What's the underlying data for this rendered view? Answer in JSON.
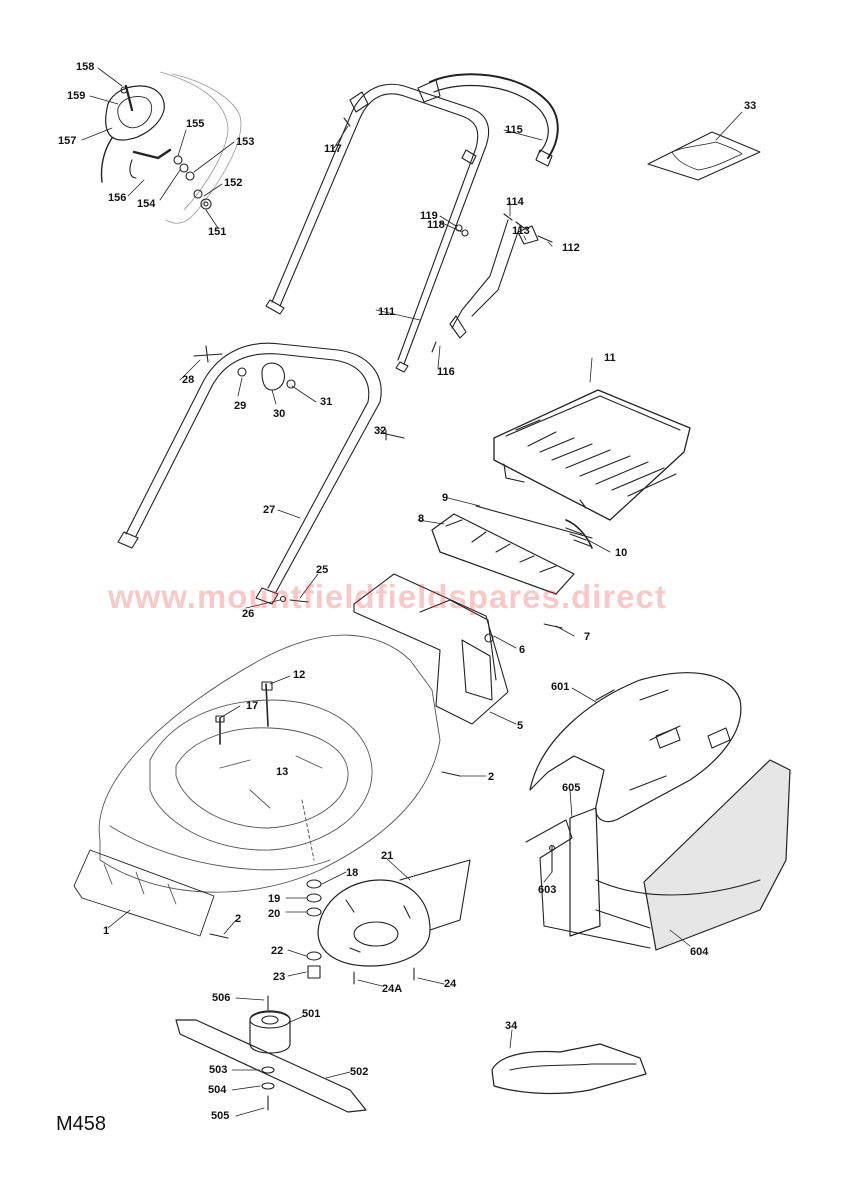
{
  "watermark": "www.mountfieldfieldspares.direct",
  "model_code": "M458",
  "callouts": {
    "c158": "158",
    "c159": "159",
    "c157": "157",
    "c156": "156",
    "c155": "155",
    "c154": "154",
    "c153": "153",
    "c152": "152",
    "c151": "151",
    "c117": "117",
    "c115": "115",
    "c33": "33",
    "c119": "119",
    "c118": "118",
    "c114": "114",
    "c113": "113",
    "c112": "112",
    "c111": "111",
    "c116": "116",
    "c28": "28",
    "c29": "29",
    "c30": "30",
    "c31": "31",
    "c32": "32",
    "c11": "11",
    "c27": "27",
    "c9": "9",
    "c8": "8",
    "c10": "10",
    "c25": "25",
    "c26": "26",
    "c7": "7",
    "c6": "6",
    "c12": "12",
    "c17": "17",
    "c601": "601",
    "c5": "5",
    "c13": "13",
    "c2a": "2",
    "c605": "605",
    "c21": "21",
    "c18": "18",
    "c603": "603",
    "c19": "19",
    "c20": "20",
    "c1": "1",
    "c2b": "2",
    "c22": "22",
    "c604": "604",
    "c23": "23",
    "c24A": "24A",
    "c24": "24",
    "c506": "506",
    "c501": "501",
    "c34": "34",
    "c503": "503",
    "c502": "502",
    "c504": "504",
    "c505": "505"
  }
}
